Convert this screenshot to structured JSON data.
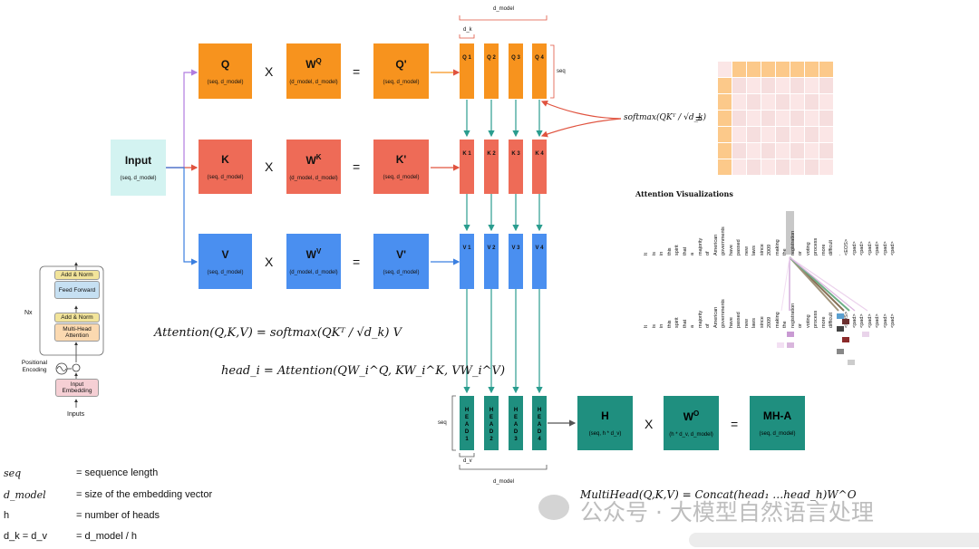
{
  "input": {
    "label": "Input",
    "sub": "(seq, d_model)"
  },
  "rows": [
    {
      "name": "Q",
      "w": "WQ",
      "wsup": "Q",
      "out": "Q'",
      "sub": "(seq, d_model)",
      "wsub": "(d_model, d_model)",
      "osub": "(seq, d_model)",
      "heads": [
        "Q 1",
        "Q 2",
        "Q 3",
        "Q 4"
      ]
    },
    {
      "name": "K",
      "w": "WK",
      "wsup": "K",
      "out": "K'",
      "sub": "(seq, d_model)",
      "wsub": "(d_model, d_model)",
      "osub": "(seq, d_model)",
      "heads": [
        "K 1",
        "K 2",
        "K 3",
        "K 4"
      ]
    },
    {
      "name": "V",
      "w": "WV",
      "wsup": "V",
      "out": "V'",
      "sub": "(seq, d_model)",
      "wsub": "(d_model, d_model)",
      "osub": "(seq, d_model)",
      "heads": [
        "V 1",
        "V 2",
        "V 3",
        "V 4"
      ]
    }
  ],
  "ops": {
    "times": "X",
    "equals": "="
  },
  "labels": {
    "d_model_top": "d_model",
    "d_k_top": "d_k",
    "seq_right": "seq",
    "seq_left": "seq",
    "d_v_bottom": "d_v",
    "d_model_bottom": "d_model"
  },
  "heads_bottom": [
    "HEAD 1",
    "HEAD 2",
    "HEAD 3",
    "HEAD 4"
  ],
  "final": {
    "h": "H",
    "h_sub": "(seq, h * d_v)",
    "wo": "W",
    "wo_sup": "O",
    "wo_sub": "(h * d_v, d_model)",
    "mha": "MH-A",
    "mha_sub": "(seq, d_model)"
  },
  "formulas": {
    "attention": "Attention(Q,K,V) = softmax(QKᵀ / √d_k) V",
    "head": "head_i = Attention(QW_i^Q, KW_i^K, VW_i^V)",
    "softmax": "softmax(QKᵀ / √d_k)",
    "softmax_eq": "=",
    "multihead": "MultiHead(Q,K,V) = Concat(head₁ …head_h)W^O"
  },
  "attention_viz_title": "Attention Visualizations",
  "viz_words": [
    "It",
    "is",
    "in",
    "this",
    "spirit",
    "that",
    "a",
    "majority",
    "of",
    "American",
    "governments",
    "have",
    "passed",
    "new",
    "laws",
    "since",
    "2009",
    "making",
    "the",
    "registration",
    "or",
    "voting",
    "process",
    "more",
    "difficult",
    ".",
    "<EOS>",
    "<pad>",
    "<pad>",
    "<pad>",
    "<pad>",
    "<pad>",
    "<pad>"
  ],
  "transformer": {
    "nx": "Nx",
    "add_norm_top": "Add & Norm",
    "feed_forward": "Feed Forward",
    "add_norm_bottom": "Add & Norm",
    "multi_head": "Multi-Head Attention",
    "positional": "Positional Encoding",
    "input_embedding": "Input Embedding",
    "inputs": "Inputs"
  },
  "legend": [
    {
      "key": "seq",
      "value": "= sequence length"
    },
    {
      "key": "d_model",
      "value": "= size of the embedding vector"
    },
    {
      "key": "h",
      "value": "= number of heads"
    },
    {
      "key": "d_k = d_v",
      "value": "= d_model / h"
    }
  ],
  "watermark": "公众号 · 大模型自然语言处理",
  "colors": {
    "orange": "#f7931e",
    "salmon": "#ee6b57",
    "blue": "#4a8ff0",
    "teal": "#1f8f7f",
    "cyan": "#d3f3f1",
    "arrow_teal": "#2a9d8f",
    "arrow_purple": "#b07ce0"
  }
}
